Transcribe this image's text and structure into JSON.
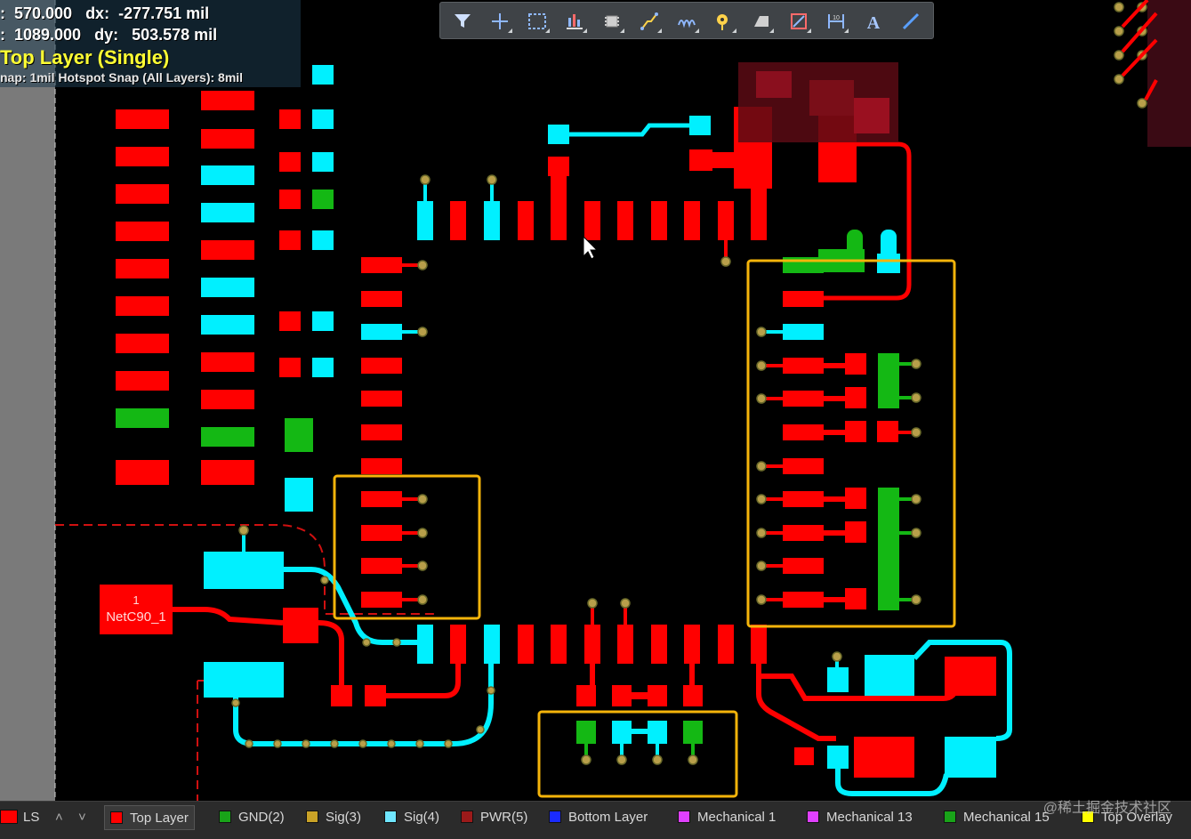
{
  "hud": {
    "line1": ":  570.000   dx:  -277.751 mil",
    "line2": ":  1089.000   dy:   503.578 mil",
    "layer": "Top Layer (Single)",
    "snap": "nap: 1mil Hotspot Snap (All Layers): 8mil"
  },
  "component_label": {
    "line1": "1",
    "line2": "NetC90_1"
  },
  "toolbar": {
    "tools": [
      "filter-icon",
      "cross-probe-icon",
      "select-rect-icon",
      "chart-icon",
      "component-icon",
      "route-icon",
      "diff-pair-icon",
      "via-icon",
      "fill-icon",
      "polygon-icon",
      "dimension-icon",
      "text-icon",
      "line-icon"
    ]
  },
  "layer_bar": {
    "ls_label": "LS",
    "layers": [
      {
        "name": "Top Layer",
        "color": "#ff0000"
      },
      {
        "name": "GND(2)",
        "color": "#19a319"
      },
      {
        "name": "Sig(3)",
        "color": "#c9a227"
      },
      {
        "name": "Sig(4)",
        "color": "#6fe6ff"
      },
      {
        "name": "PWR(5)",
        "color": "#9b1a1a"
      },
      {
        "name": "Bottom Layer",
        "color": "#1a2bff"
      },
      {
        "name": "Mechanical 1",
        "color": "#e040ff"
      },
      {
        "name": "Mechanical 13",
        "color": "#e040ff"
      },
      {
        "name": "Mechanical 15",
        "color": "#19a319"
      },
      {
        "name": "Top Overlay",
        "color": "#ffff00"
      }
    ]
  },
  "watermark": "@稀土掘金技术社区",
  "colors": {
    "top": "#ff0000",
    "sig4": "#00f0ff",
    "gnd": "#14b814",
    "highlight": "#f5b40a"
  }
}
